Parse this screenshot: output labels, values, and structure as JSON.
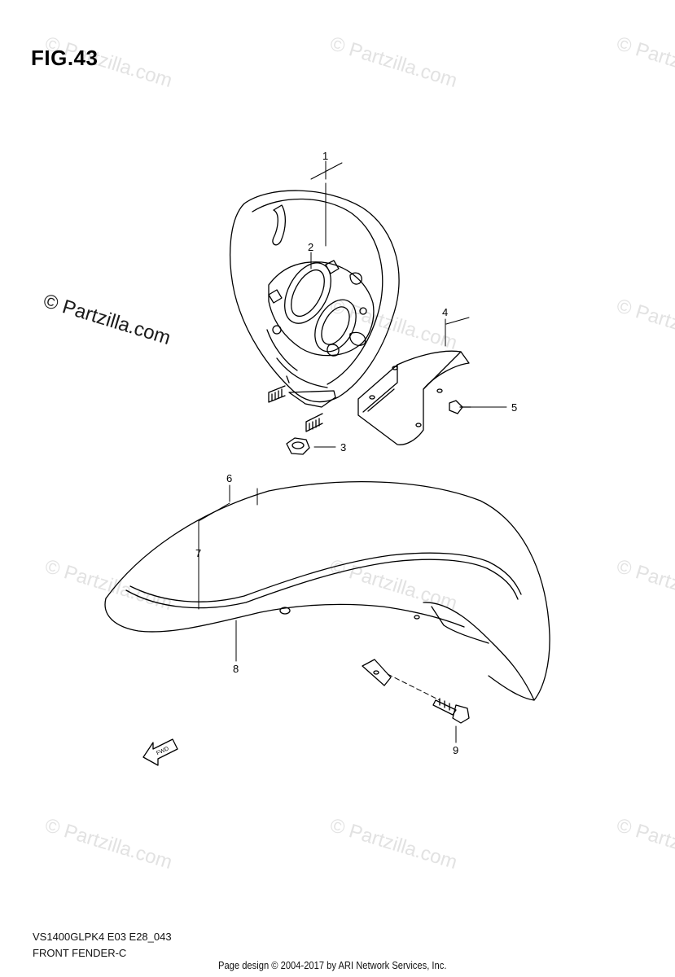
{
  "figure": {
    "title": "FIG.43"
  },
  "watermarks": {
    "text": "© Partzilla.com",
    "primary": "© Partzilla.com"
  },
  "callouts": [
    "1",
    "2",
    "3",
    "4",
    "5",
    "6",
    "7",
    "8",
    "9"
  ],
  "fwd_label": "FWD",
  "footer": {
    "code": "VS1400GLPK4 E03 E28_043",
    "name": "FRONT FENDER-C",
    "page_design": "Page design © 2004-2017 by ARI Network Services, Inc."
  }
}
